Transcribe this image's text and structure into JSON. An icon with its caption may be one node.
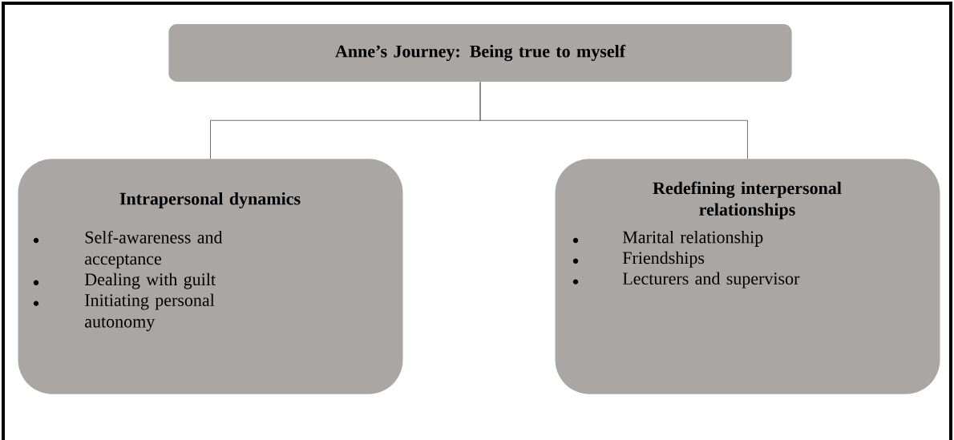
{
  "diagram": {
    "nodes": [
      {
        "text": [
          "Anne’s Journey: Being true to myself"
        ]
      },
      {
        "text": [
          "Intrapersonal dynamics",
          "Self-awareness and acceptance",
          "Dealing with guilt",
          "Initiating personal autonomy"
        ]
      },
      {
        "text": [
          "Redefining interpersonal relationships",
          "Marital relationship",
          "Friendships",
          "Lecturers and supervisor"
        ]
      }
    ],
    "edges": [
      {
        "from": 0,
        "to": 1,
        "arrow": "none"
      },
      {
        "from": 0,
        "to": 2,
        "arrow": "none"
      }
    ]
  }
}
